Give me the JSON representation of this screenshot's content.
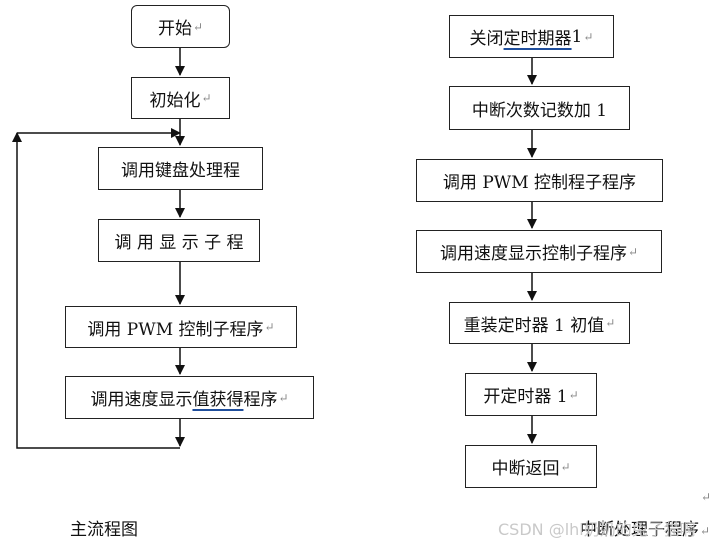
{
  "main_flow": {
    "caption": "主流程图",
    "start": "开始",
    "init": "初始化",
    "keyboard": "调用键盘处理程",
    "display": "调 用 显 示 子 程",
    "pwm": "调用 PWM 控制子程序",
    "speed_a": "调用速度显示",
    "speed_b": "值获得",
    "speed_c": "程序"
  },
  "interrupt_flow": {
    "caption": "中断处理子程序",
    "close_a": "关闭",
    "close_b": "定时期器",
    "close_c": " 1",
    "count": "中断次数记数加 1",
    "pwm": "调用  PWM  控制程子程序",
    "speed": "调用速度显示控制子程序",
    "reload": "重装定时器 1 初值",
    "start_timer": "开定时器 1",
    "return": "中断返回"
  },
  "return_mark": "↵",
  "watermark": "CSDN @lhl奶奶的兔子猫啊"
}
